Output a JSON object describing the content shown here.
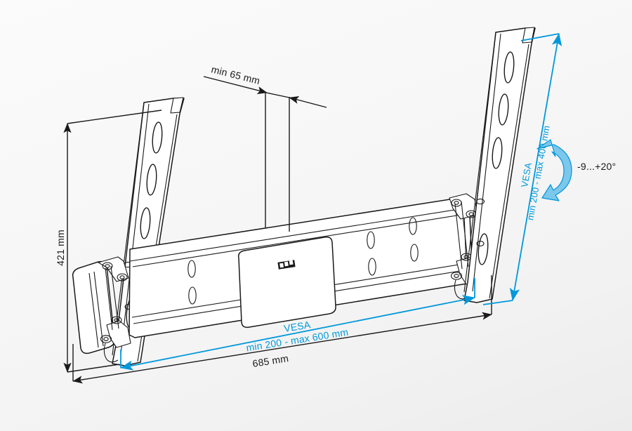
{
  "drawing": {
    "title": "TV wall mount technical dimension drawing",
    "subject": "tilting flat-panel TV wall bracket",
    "background_color": "#f4f4f4",
    "line_color": "#1a1a1a",
    "accent_color": "#0098db",
    "arrow_fill_color": "#7cc7ec"
  },
  "dimensions": {
    "height": {
      "label": "421 mm",
      "orientation": "vertical",
      "color": "#1a1a1a",
      "position": "left"
    },
    "depth": {
      "label": "min 65 mm",
      "orientation": "slanted",
      "color": "#1a1a1a",
      "position": "top"
    },
    "width": {
      "label": "685 mm",
      "orientation": "horizontal",
      "color": "#1a1a1a",
      "position": "bottom"
    }
  },
  "vesa": {
    "horizontal": {
      "line1": "VESA",
      "line2": "min 200 - max 600 mm",
      "color": "#0098db",
      "orientation": "horizontal"
    },
    "vertical": {
      "line1": "VESA",
      "line2": "min 200 - max 400 mm",
      "color": "#0098db",
      "orientation": "vertical"
    }
  },
  "tilt": {
    "label": "-9...+20°",
    "icon": "curved-tilt-arrow",
    "arrow_color": "#7cc7ec",
    "arrow_stroke": "#0098db",
    "text_color": "#1a1a1a"
  },
  "parts": {
    "left_rail": "left-vertical-tv-rail",
    "right_rail": "right-vertical-tv-rail",
    "crossbar": "horizontal-wall-plate-crossbar",
    "center_cover": "center-cover-plate",
    "logo_mark": "three-segment-logo",
    "left_endcap": "left-end-cap",
    "pivot_left": "left-pivot-bracket",
    "pivot_right": "right-pivot-bracket"
  }
}
